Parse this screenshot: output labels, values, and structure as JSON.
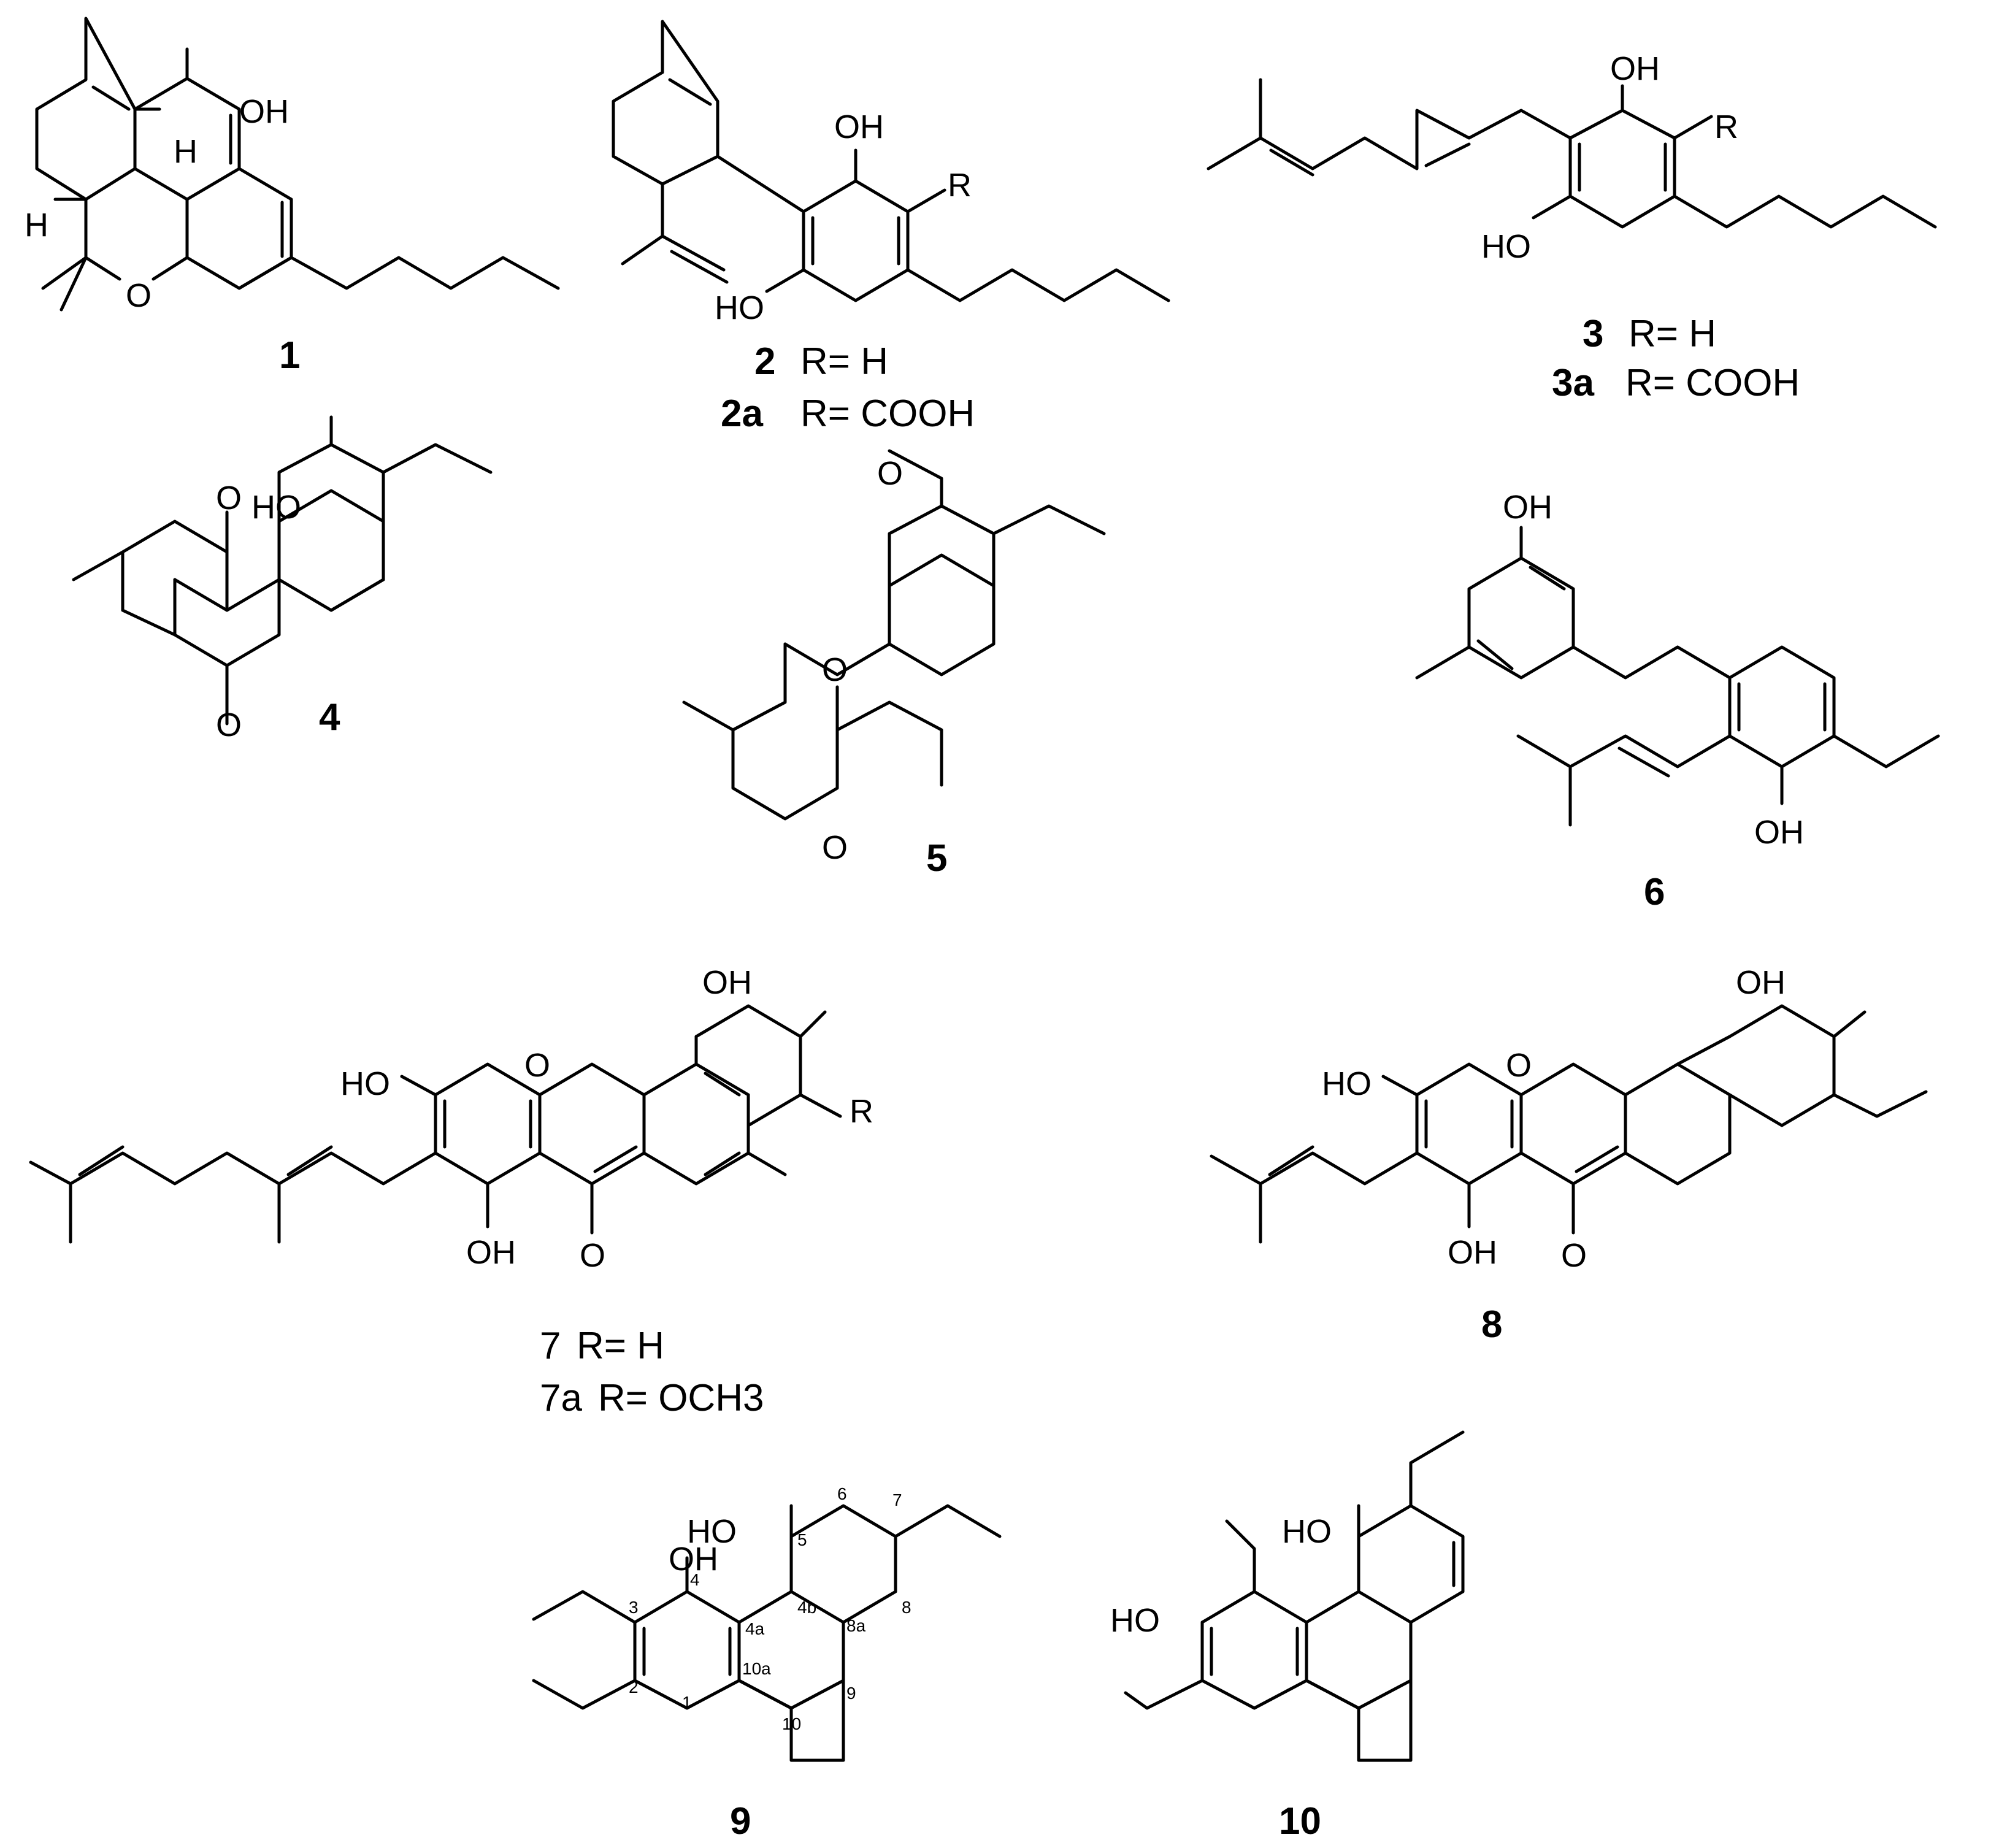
{
  "compounds": [
    {
      "number": "1"
    },
    {
      "number": "2",
      "variants": [
        {
          "id": "2",
          "r": "R= H"
        },
        {
          "id": "2a",
          "r": "R= COOH"
        }
      ]
    },
    {
      "number": "3",
      "variants": [
        {
          "id": "3",
          "r": "R= H"
        },
        {
          "id": "3a",
          "r": "R= COOH"
        }
      ]
    },
    {
      "number": "4"
    },
    {
      "number": "5"
    },
    {
      "number": "6"
    },
    {
      "number": "7",
      "variants": [
        {
          "id": "7",
          "r": "R= H"
        },
        {
          "id": "7a",
          "r": "R= OCH3"
        }
      ]
    },
    {
      "number": "8"
    },
    {
      "number": "9"
    },
    {
      "number": "10"
    }
  ],
  "atoms": {
    "oh": "OH",
    "ho": "HO",
    "o": "O",
    "h": "H",
    "r": "R"
  },
  "locants9": [
    "1",
    "2",
    "3",
    "4",
    "4a",
    "4b",
    "5",
    "6",
    "7",
    "8",
    "8a",
    "9",
    "10",
    "10a"
  ]
}
